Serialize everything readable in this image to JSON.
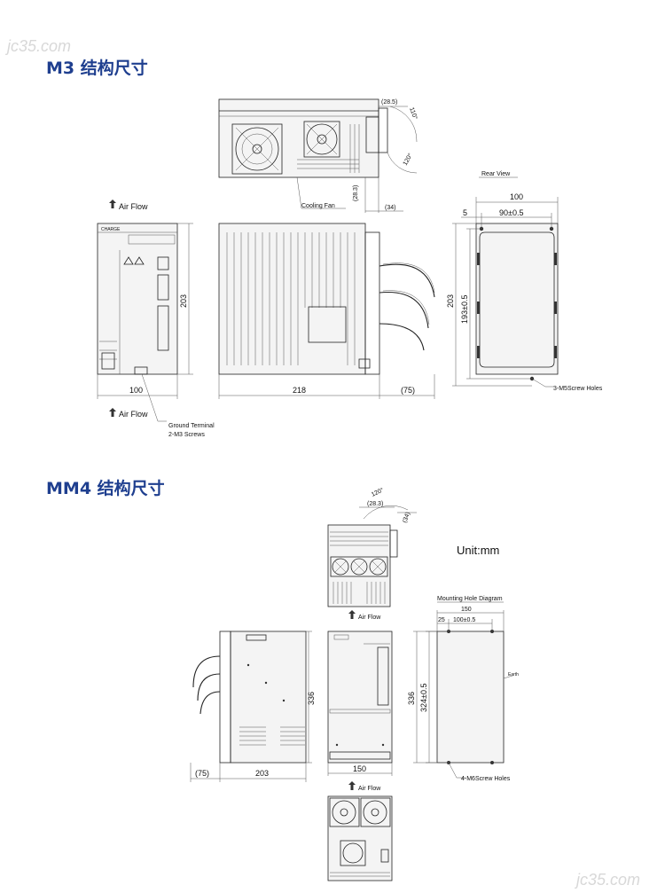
{
  "watermark": "jc35.com",
  "m3": {
    "title": "M3 结构尺寸",
    "air_flow_top": "Air Flow",
    "air_flow_bottom": "Air Flow",
    "cooling_fan": "Cooling Fan",
    "rear_view": "Rear View",
    "ground_terminal_1": "Ground Terminal",
    "ground_terminal_2": "2-M3 Screws",
    "screw_holes": "3-M5Screw Holes",
    "charge": "CHARGE",
    "dims": {
      "top_285": "(28.5)",
      "top_110deg": "110°",
      "top_120deg": "120°",
      "top_283": "(28.3)",
      "top_34": "(34)",
      "front_203": "203",
      "front_100": "100",
      "side_218": "218",
      "side_75": "(75)",
      "rear_100": "100",
      "rear_5": "5",
      "rear_90": "90±0.5",
      "rear_203": "203",
      "rear_193": "193±0.5"
    }
  },
  "mm4": {
    "title": "MM4 结构尺寸",
    "unit": "Unit:mm",
    "air_flow_top": "Air Flow",
    "air_flow_bottom": "Air Flow",
    "mounting_hole_diagram": "Mounting Hole Diagram",
    "screw_holes": "4-M6Screw Holes",
    "dims": {
      "top_120deg": "120°",
      "top_283": "(28.3)",
      "top_34": "(34)",
      "side_336": "336",
      "side_75": "(75)",
      "side_203": "203",
      "front_150": "150",
      "mount_150": "150",
      "mount_25": "25",
      "mount_100": "100±0.5",
      "mount_336": "336",
      "mount_324": "324±0.5"
    }
  }
}
